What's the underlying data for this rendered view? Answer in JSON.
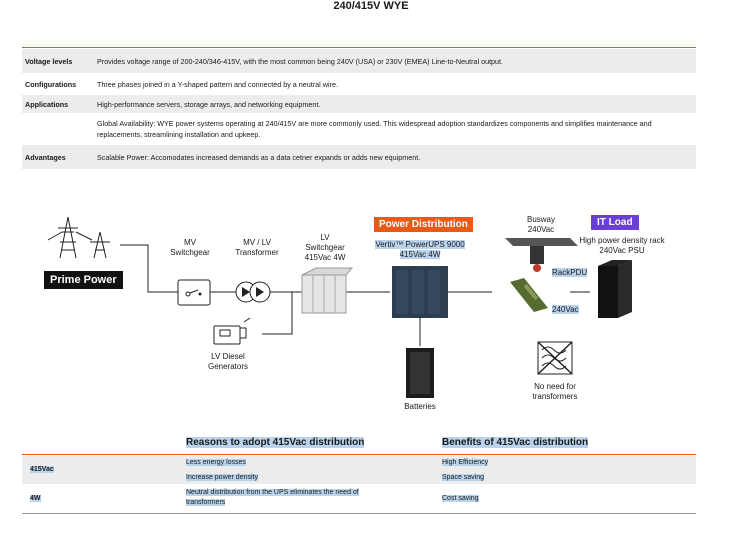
{
  "title": "240/415V WYE",
  "table": [
    {
      "label": "Voltage levels",
      "text": "Provides voltage range of 200-240/346-415V, with the most common being 240V (USA) or 230V (EMEA) Line-to-Neutral output."
    },
    {
      "label": "Configurations",
      "text": "Three phases joined in a Y-shaped pattern and connected by a neutral wire."
    },
    {
      "label": "Applications",
      "text": "High-performance servers, storage arrays, and networking equipment."
    },
    {
      "label": "",
      "text": "Global Availability: WYE power systems operating at 240/415V are more commonly used. This widespread adoption standardizes components and simplifies maintenance and replacements, streamlining installation and upkeep."
    },
    {
      "label": "Advantages",
      "text": "Scalable Power: Accomodates increased demands as a data cetner expands or adds new equipment."
    }
  ],
  "diagram": {
    "prime_power": "Prime Power",
    "mv_switchgear": [
      "MV",
      "Switchgear"
    ],
    "transformer": [
      "MV / LV",
      "Transformer"
    ],
    "lv_switchgear": [
      "LV",
      "Switchgear",
      "415Vac 4W"
    ],
    "diesel": [
      "LV Diesel",
      "Generators"
    ],
    "power_distribution": "Power Distribution",
    "ups": [
      "Vertiv™ PowerUPS 9000",
      "415Vac 4W"
    ],
    "batteries": "Batteries",
    "busway": [
      "Busway",
      "240Vac"
    ],
    "rackpdu": "RackPDU",
    "v240": "240Vac",
    "no_transformers": [
      "No need for",
      "transformers"
    ],
    "it_load": "IT Load",
    "rack": [
      "High power density rack",
      "240Vac PSU"
    ]
  },
  "bottom": {
    "header_reasons": "Reasons to adopt 415Vac distribution",
    "header_benefits": "Benefits of 415Vac distribution",
    "rows": [
      {
        "label": "415Vac",
        "reason": "Less energy losses",
        "benefit": "High Efficiency"
      },
      {
        "label": "",
        "reason": "Increase power density",
        "benefit": "Space saving"
      },
      {
        "label": "4W",
        "reason": "Neutral distribution from the UPS eliminates the need of transformers",
        "benefit": "Cost saving"
      }
    ]
  },
  "colors": {
    "accent": "#e05a1c",
    "it_load": "#6a3fd6",
    "highlight": "#b9d3ec"
  }
}
